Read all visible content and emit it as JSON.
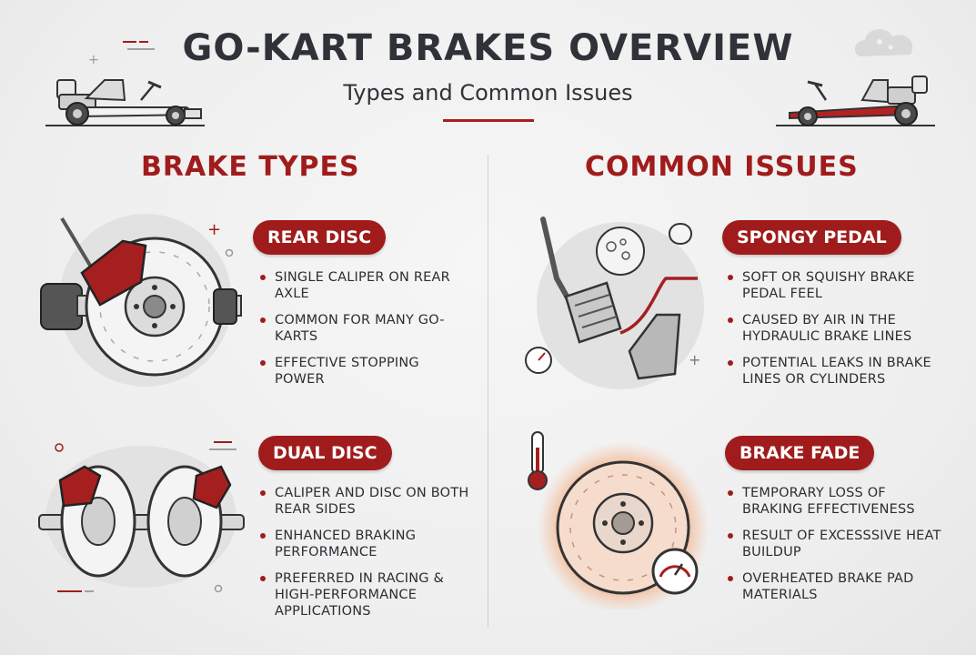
{
  "header": {
    "title": "GO-KART BRAKES OVERVIEW",
    "subtitle": "Types and Common Issues"
  },
  "sections": {
    "left": {
      "heading": "BRAKE TYPES",
      "cards": [
        {
          "label": "REAR DISC",
          "bullets": [
            "SINGLE CALIPER ON REAR AXLE",
            "COMMON FOR MANY GO-KARTS",
            "EFFECTIVE STOPPING POWER"
          ]
        },
        {
          "label": "DUAL DISC",
          "bullets": [
            "CALIPER AND DISC ON BOTH REAR SIDES",
            "ENHANCED BRAKING PERFORMANCE",
            "PREFERRED IN RACING & HIGH-PERFORMANCE APPLICATIONS"
          ]
        }
      ]
    },
    "right": {
      "heading": "COMMON ISSUES",
      "cards": [
        {
          "label": "SPONGY PEDAL",
          "bullets": [
            "SOFT OR SQUISHY BRAKE PEDAL FEEL",
            "CAUSED BY AIR IN THE HYDRAULIC BRAKE LINES",
            "POTENTIAL LEAKS IN BRAKE LINES OR CYLINDERS"
          ]
        },
        {
          "label": "BRAKE FADE",
          "bullets": [
            "TEMPORARY LOSS OF BRAKING EFFECTIVENESS",
            "RESULT OF EXCESSSIVE HEAT BUILDUP",
            "OVERHEATED BRAKE PAD MATERIALS"
          ]
        }
      ]
    }
  },
  "colors": {
    "accent": "#a01c1c",
    "text": "#2f3238",
    "background": "#eeeeee"
  },
  "icons": [
    "go-kart-gray-icon",
    "go-kart-red-icon",
    "rear-disc-brake-icon",
    "dual-disc-brake-icon",
    "brake-pedal-icon",
    "overheated-rotor-icon",
    "thermometer-icon",
    "gauge-icon"
  ]
}
